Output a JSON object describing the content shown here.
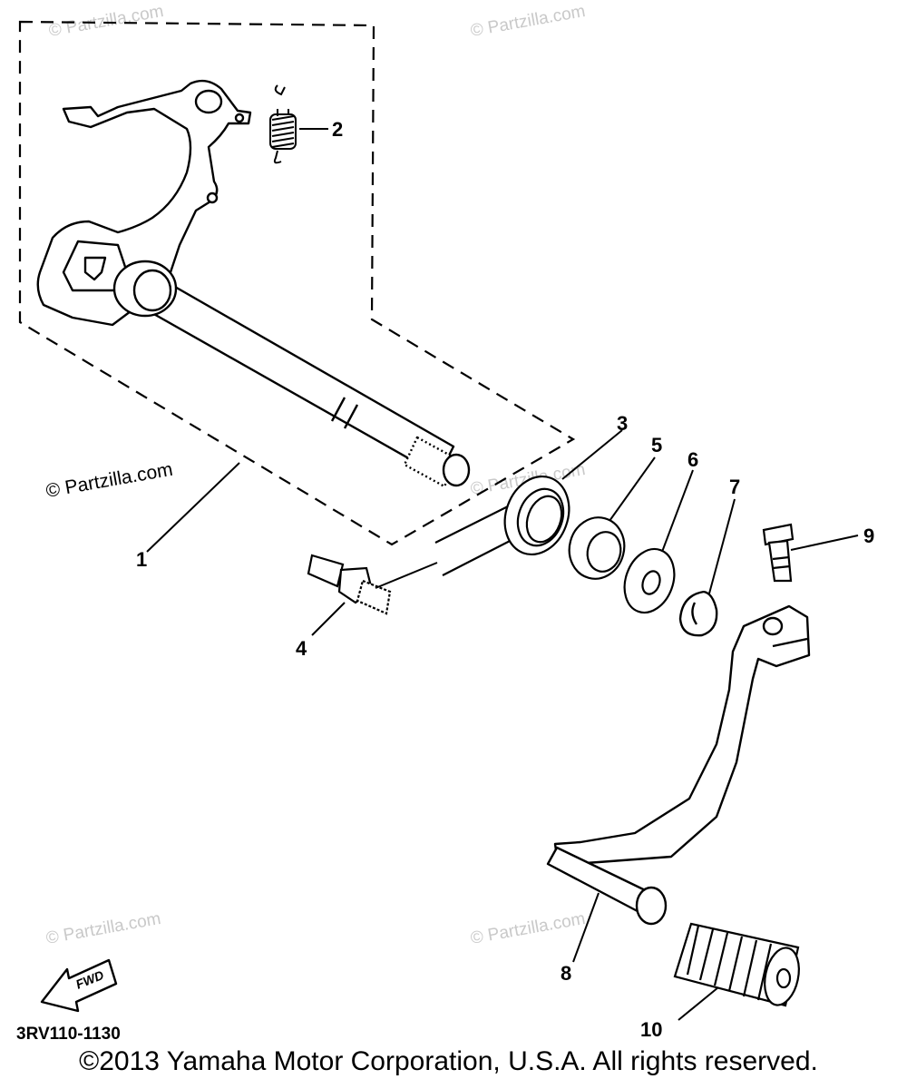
{
  "watermarks": [
    "© Partzilla.com",
    "© Partzilla.com",
    "© Partzilla.com",
    "© Partzilla.com",
    "© Partzilla.com",
    "© Partzilla.com"
  ],
  "callouts": [
    "1",
    "2",
    "3",
    "4",
    "5",
    "6",
    "7",
    "8",
    "9",
    "10"
  ],
  "fwd_label": "FWD",
  "diagram_code": "3RV110-1130",
  "copyright": "©2013 Yamaha Motor Corporation, U.S.A. All rights reserved."
}
